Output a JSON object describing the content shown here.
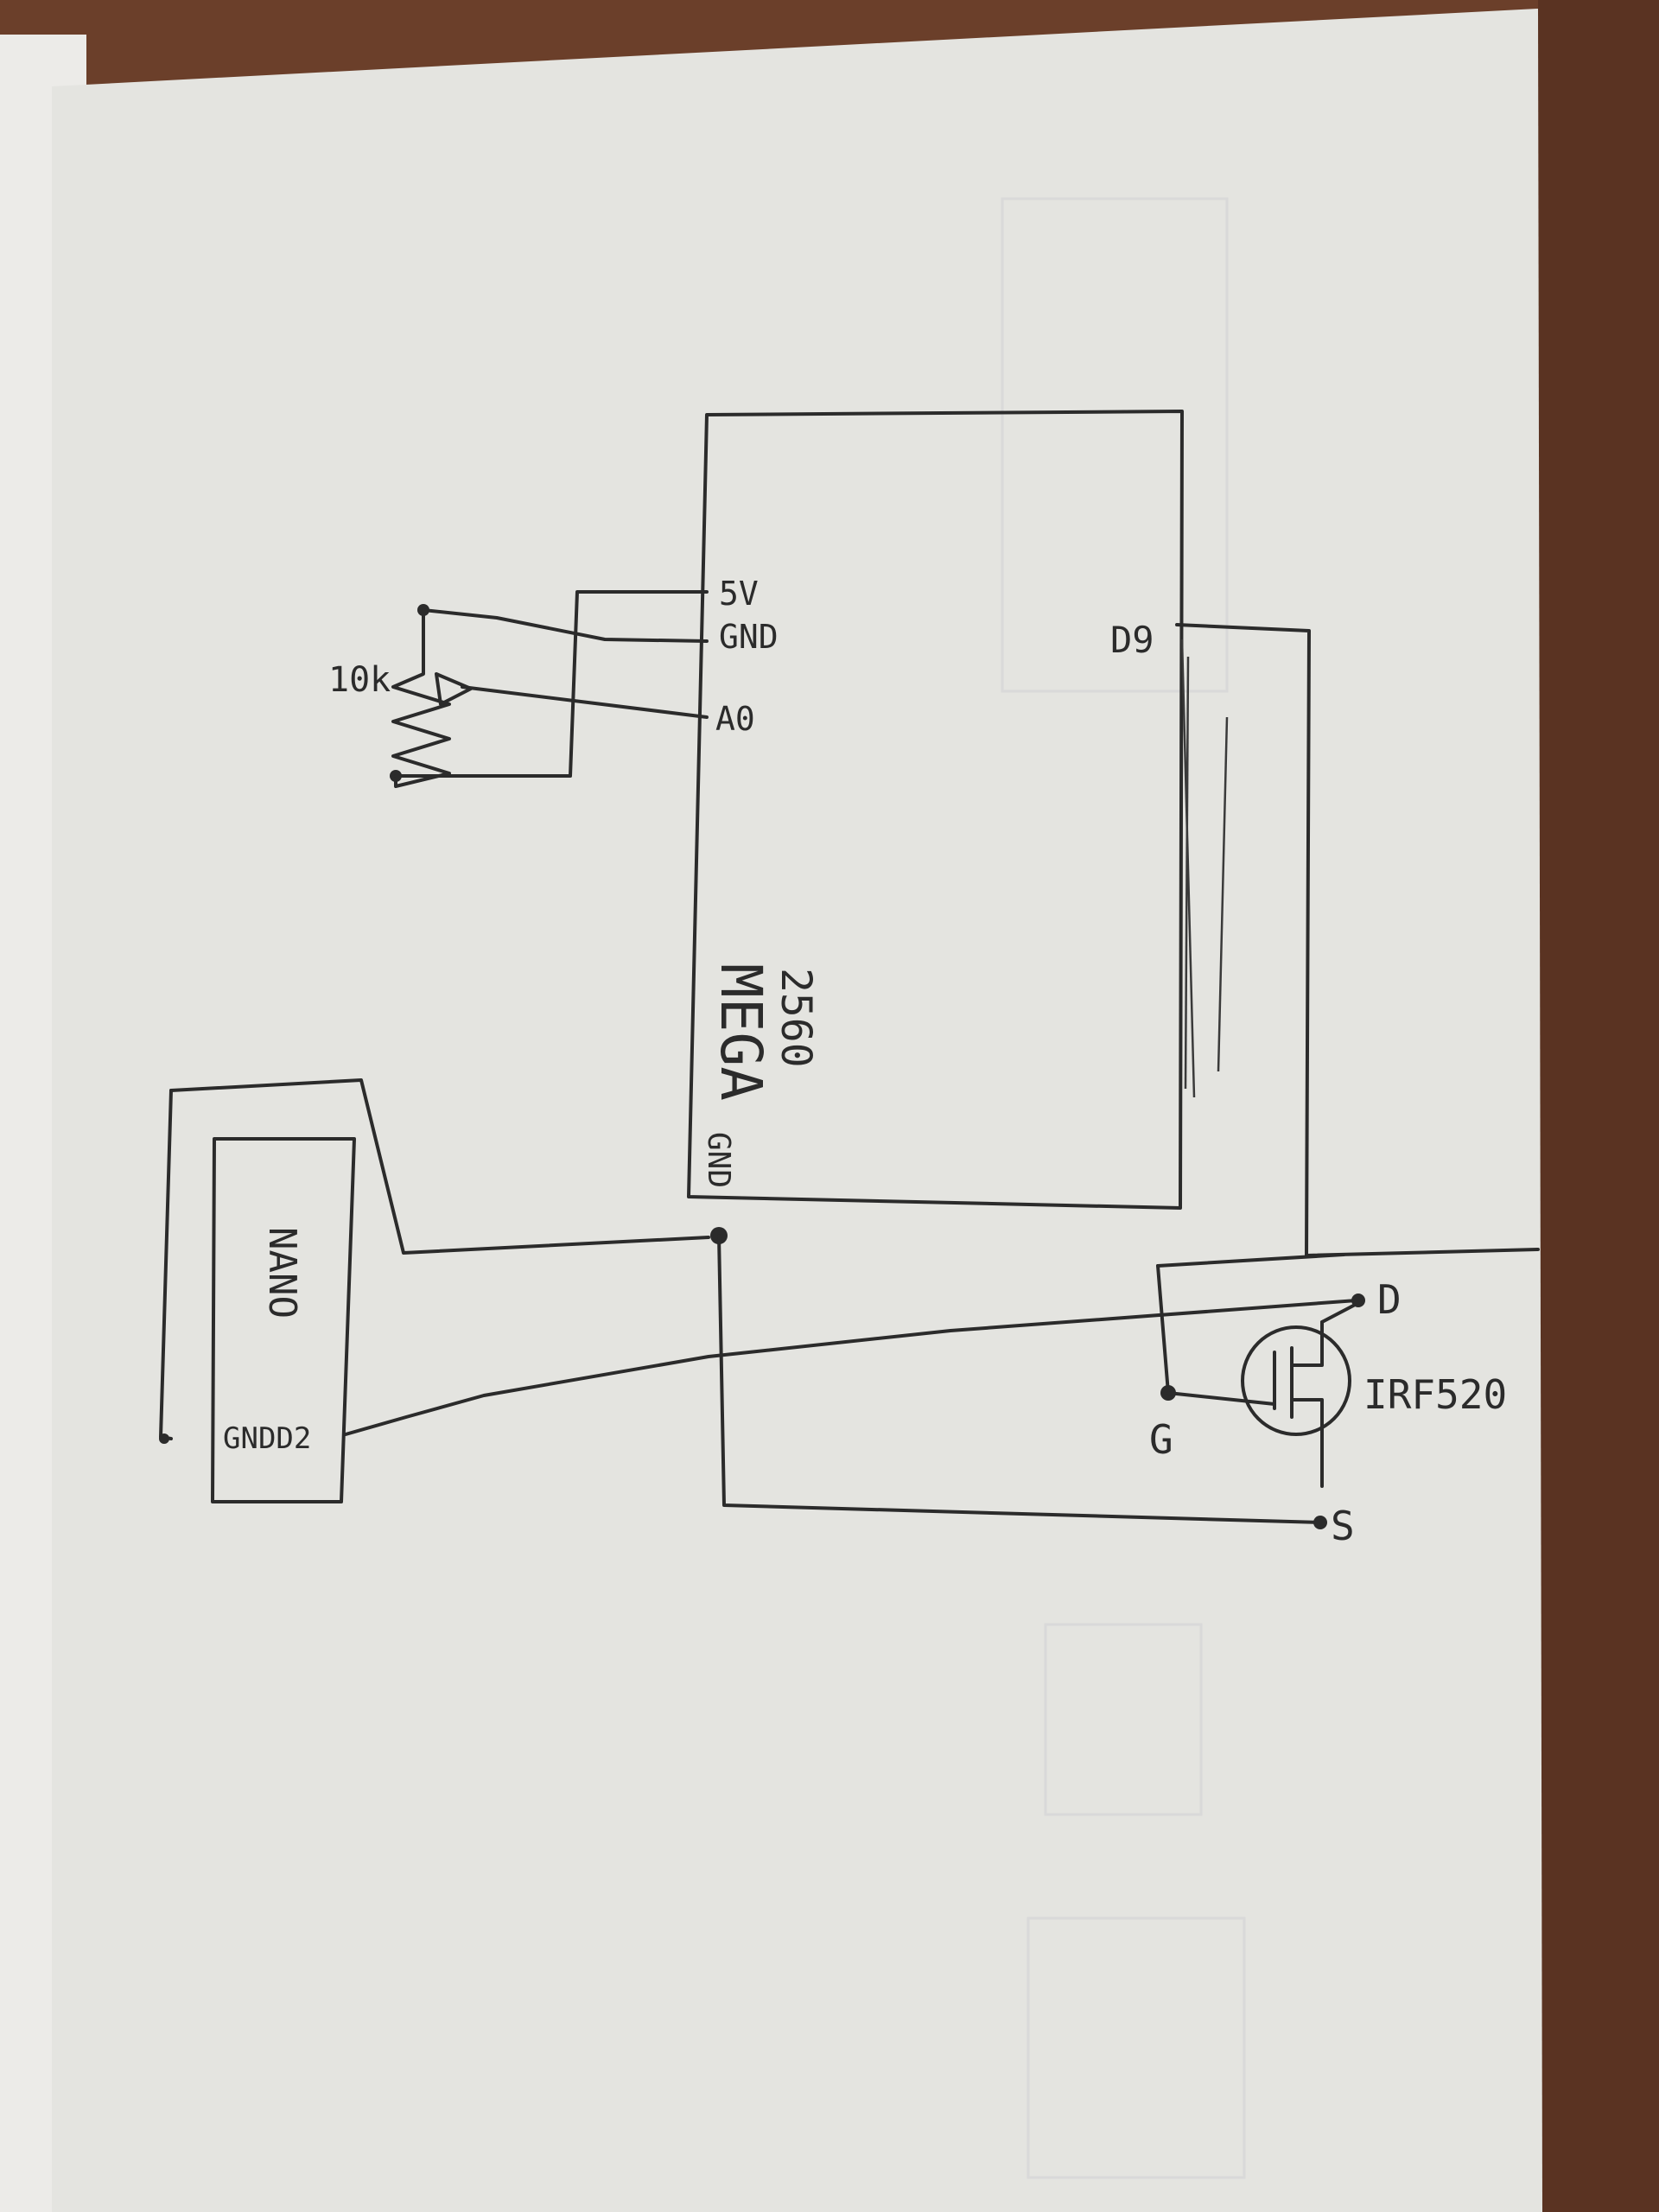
{
  "diagram": {
    "mega": {
      "model": "2560",
      "name": "MEGA",
      "pins": {
        "v5": "5V",
        "gnd_top": "GND",
        "a0": "A0",
        "gnd_bottom": "GND",
        "d9": "D9"
      }
    },
    "potentiometer": {
      "value": "10k"
    },
    "nano": {
      "name": "NANO",
      "pin": "GNDD2"
    },
    "mosfet": {
      "part": "IRF520",
      "drain": "D",
      "gate": "G",
      "source": "S"
    }
  },
  "colors": {
    "paper": "#e4e4e0",
    "ink": "#2b2b2b",
    "wood": "#6b3f2a"
  }
}
